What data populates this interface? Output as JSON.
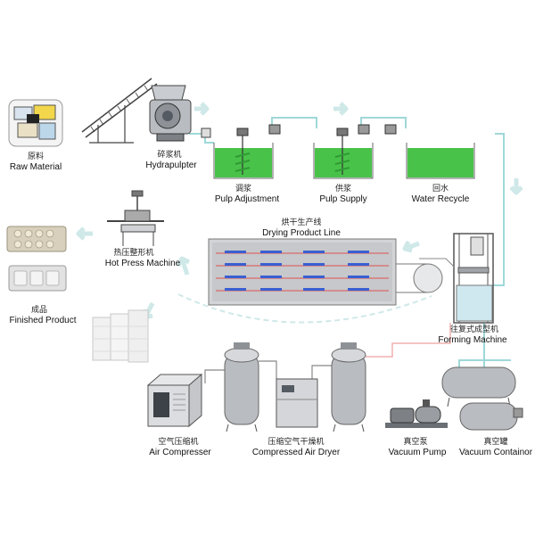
{
  "colors": {
    "water": "#49c24a",
    "waterDark": "#2f9a33",
    "pipe": "#9fd8d8",
    "arrow": "#cfe8e8",
    "steel": "#b9bcc0",
    "steelDark": "#7d8186",
    "redLine": "#e05050",
    "blueDot": "#3a5fd0",
    "machine": "#555b62"
  },
  "labels": {
    "raw_material": {
      "zh": "原料",
      "en": "Raw Material"
    },
    "hydrapulpter": {
      "zh": "碎浆机",
      "en": "Hydrapulpter"
    },
    "pulp_adjustment": {
      "zh": "调浆",
      "en": "Pulp Adjustment"
    },
    "pulp_supply": {
      "zh": "供浆",
      "en": "Pulp Supply"
    },
    "water_recycle": {
      "zh": "回水",
      "en": "Water Recycle"
    },
    "drying_line": {
      "zh": "烘干生产线",
      "en": "Drying Product Line"
    },
    "hot_press": {
      "zh": "热压整形机",
      "en": "Hot Press Machine"
    },
    "finished_product": {
      "zh": "成品",
      "en": "Finished Product"
    },
    "forming_machine": {
      "zh": "往复式成型机",
      "en": "Forming Machine"
    },
    "air_compressor": {
      "zh": "空气压缩机",
      "en": "Air Compresser"
    },
    "air_dryer": {
      "zh": "压缩空气干燥机",
      "en": "Compressed Air Dryer"
    },
    "vacuum_pump": {
      "zh": "真空泵",
      "en": "Vacuum Pump"
    },
    "vacuum_container": {
      "zh": "真空罐",
      "en": "Vacuum Containor"
    }
  }
}
